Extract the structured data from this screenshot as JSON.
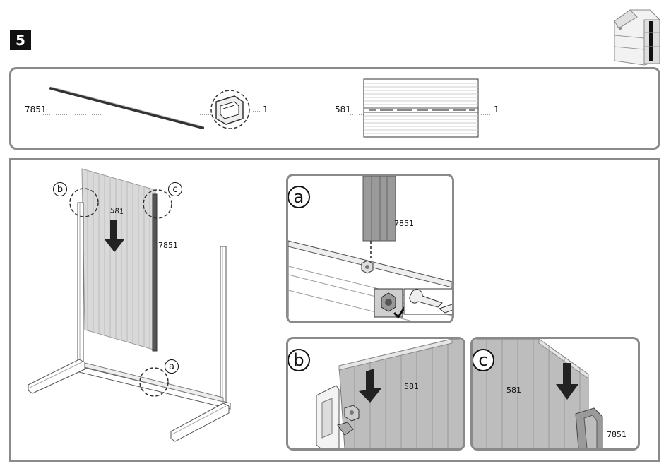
{
  "step": {
    "number": "5"
  },
  "parts": [
    {
      "code": "7851",
      "qty": "1",
      "icon": "connector-profile"
    },
    {
      "code": "581",
      "qty": "1",
      "icon": "wall-panel"
    }
  ],
  "assembly": {
    "panel_label": "581",
    "profile_label": "7851",
    "callouts": [
      "a",
      "b",
      "c"
    ]
  },
  "details": {
    "a": {
      "letter": "a",
      "profile_label": "7851",
      "tool": "wrench-icon"
    },
    "b": {
      "letter": "b",
      "panel_label": "581"
    },
    "c": {
      "letter": "c",
      "panel_label": "581",
      "profile_label": "7851"
    }
  }
}
